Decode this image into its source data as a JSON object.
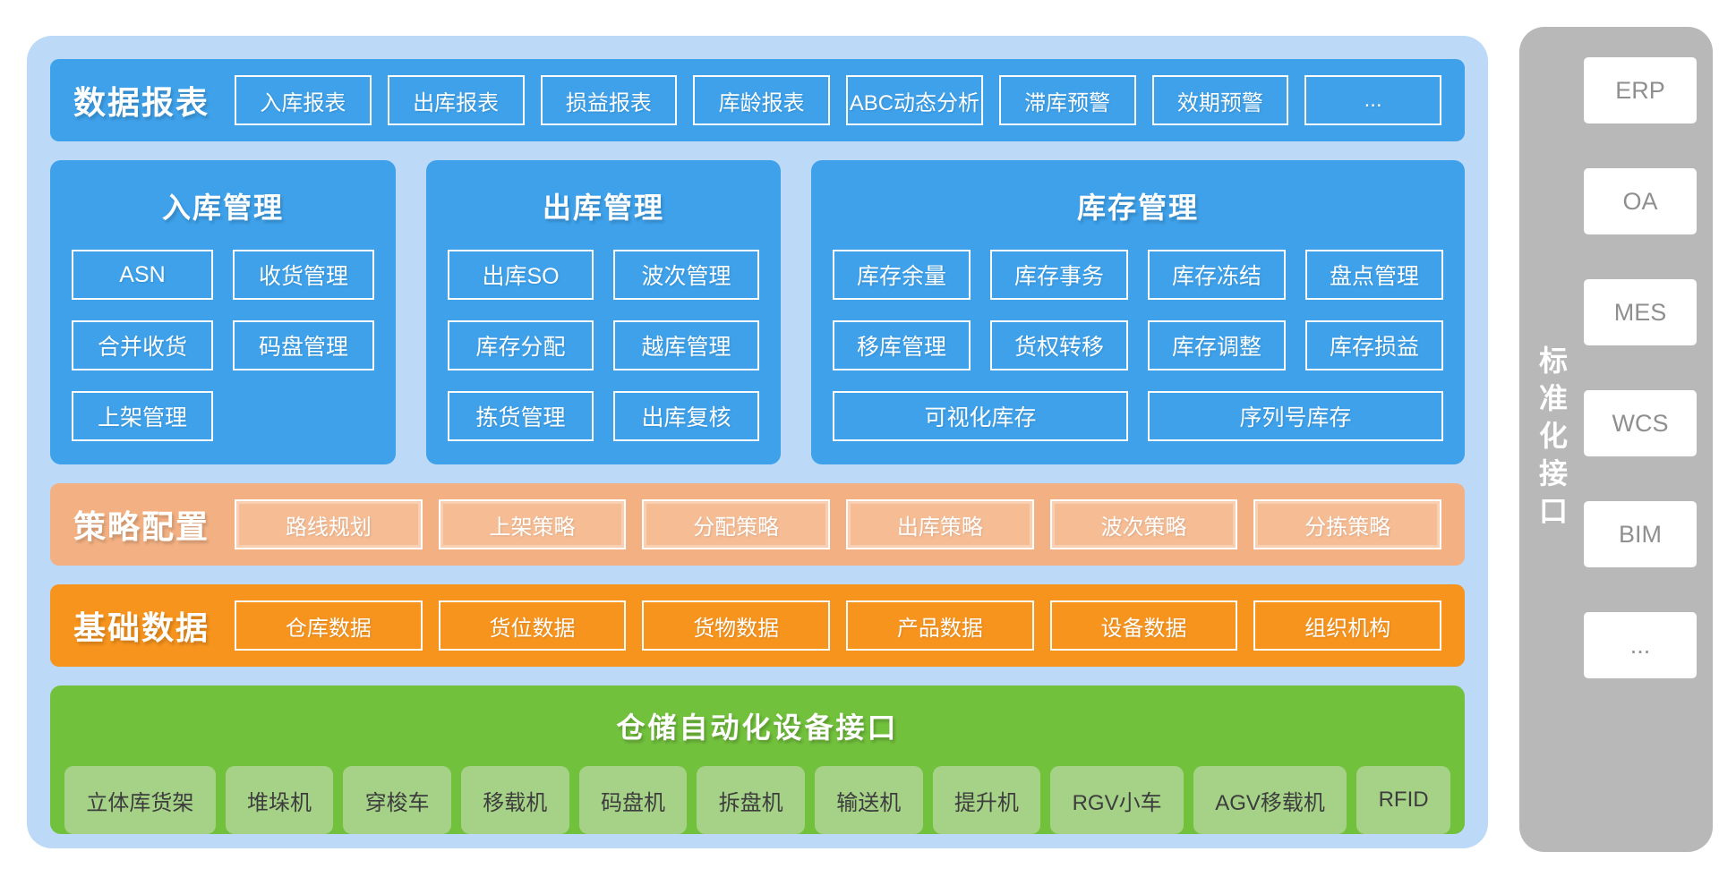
{
  "report_bar": {
    "label": "数据报表",
    "items": [
      "入库报表",
      "出库报表",
      "损益报表",
      "库龄报表",
      "ABC动态分析",
      "滞库预警",
      "效期预警",
      "..."
    ]
  },
  "panels": [
    {
      "title": "入库管理",
      "items": [
        "ASN",
        "收货管理",
        "合并收货",
        "码盘管理",
        "上架管理"
      ]
    },
    {
      "title": "出库管理",
      "items": [
        "出库SO",
        "波次管理",
        "库存分配",
        "越库管理",
        "拣货管理",
        "出库复核"
      ]
    },
    {
      "title": "库存管理",
      "items": [
        "库存余量",
        "库存事务",
        "库存冻结",
        "盘点管理",
        "移库管理",
        "货权转移",
        "库存调整",
        "库存损益"
      ],
      "wide_items": [
        "可视化库存",
        "序列号库存"
      ]
    }
  ],
  "strategy_bar": {
    "label": "策略配置",
    "items": [
      "路线规划",
      "上架策略",
      "分配策略",
      "出库策略",
      "波次策略",
      "分拣策略"
    ]
  },
  "base_bar": {
    "label": "基础数据",
    "items": [
      "仓库数据",
      "货位数据",
      "货物数据",
      "产品数据",
      "设备数据",
      "组织机构"
    ]
  },
  "device_panel": {
    "title": "仓储自动化设备接口",
    "items": [
      "立体库货架",
      "堆垛机",
      "穿梭车",
      "移载机",
      "码盘机",
      "拆盘机",
      "输送机",
      "提升机",
      "RGV小车",
      "AGV移载机",
      "RFID"
    ]
  },
  "interface_bar": {
    "title": "标准化接口",
    "items": [
      "ERP",
      "OA",
      "MES",
      "WCS",
      "BIM",
      "..."
    ]
  },
  "colors": {
    "container_bg": "#bcdaf8",
    "module_blue": "#3ea1ea",
    "strategy_peach": "#f3b183",
    "base_orange": "#f7941e",
    "device_green": "#72c13d",
    "device_box_green": "#a6d288",
    "interface_gray": "#b8b8b8"
  }
}
